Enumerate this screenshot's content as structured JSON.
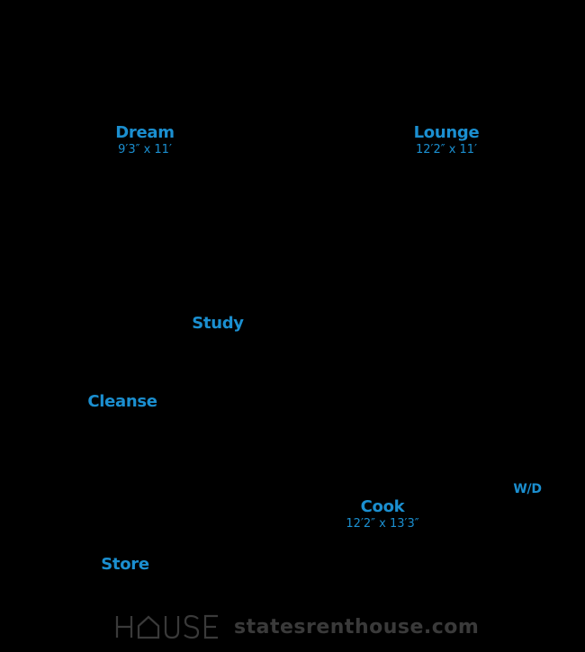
{
  "rooms": {
    "dream": {
      "name": "Dream",
      "dimensions": "9′3″ x 11′"
    },
    "lounge": {
      "name": "Lounge",
      "dimensions": "12′2″ x 11′"
    },
    "study": {
      "name": "Study"
    },
    "cleanse": {
      "name": "Cleanse"
    },
    "wd": {
      "name": "W/D"
    },
    "cook": {
      "name": "Cook",
      "dimensions": "12′2″ x 13′3″"
    },
    "store": {
      "name": "Store"
    }
  },
  "footer": {
    "logo_text": "HOUSE",
    "url": "statesrenthouse.com"
  },
  "colors": {
    "background": "#000000",
    "label": "#1b8fd0",
    "watermark": "#3a3a3a"
  }
}
